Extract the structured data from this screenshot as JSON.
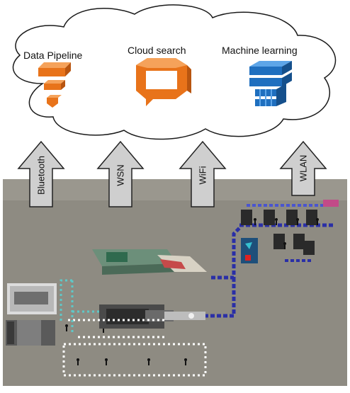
{
  "cloud_services": [
    {
      "label": "Data Pipeline",
      "icon": "data-pipeline-icon",
      "color": "#e8731a"
    },
    {
      "label": "Cloud search",
      "icon": "cloud-search-icon",
      "color": "#e8731a"
    },
    {
      "label": "Machine learning",
      "icon": "machine-learning-icon",
      "color": "#1f6fbf"
    }
  ],
  "arrows": [
    {
      "label": "Bluetooth"
    },
    {
      "label": "WSN"
    },
    {
      "label": "WiFi"
    },
    {
      "label": "WLAN"
    }
  ],
  "factory": {
    "floor_color": "#8e8b82",
    "conveyor_color": "#2a2fa6",
    "path_color": "#5ec8c8"
  }
}
